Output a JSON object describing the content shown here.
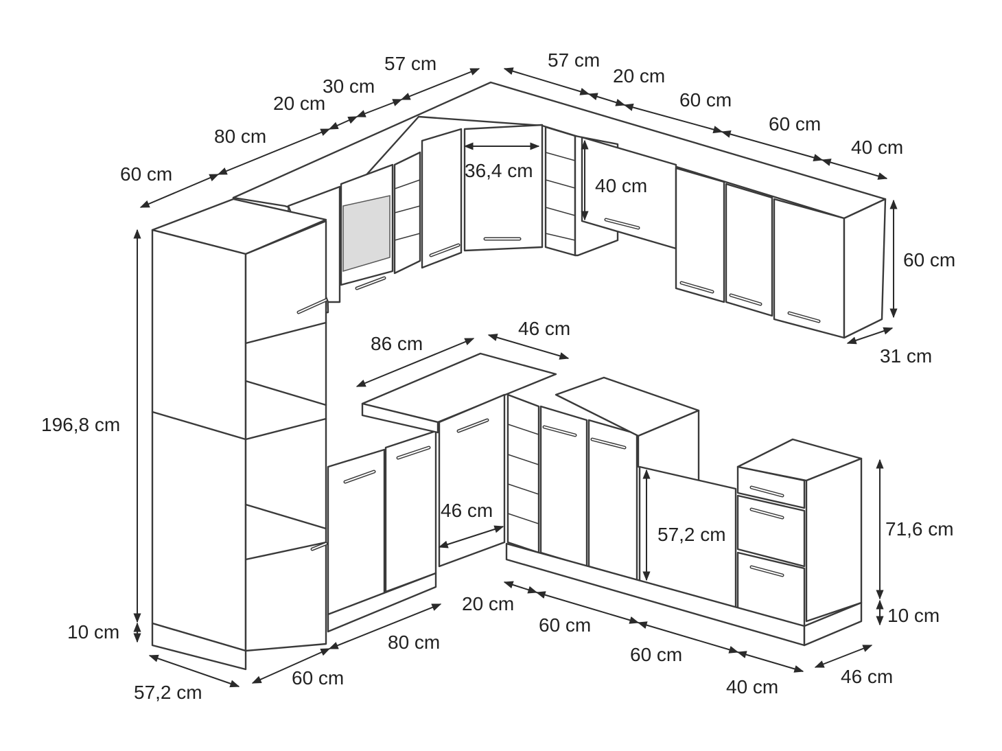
{
  "diagram": {
    "top_row": {
      "widths": [
        "60 cm",
        "80 cm",
        "20 cm",
        "30 cm",
        "57 cm",
        "57 cm",
        "20 cm",
        "60 cm",
        "60 cm",
        "40 cm"
      ],
      "corner_inner": "36,4 cm",
      "shelf_height": "40 cm",
      "wall_height": "60 cm",
      "wall_depth": "31 cm"
    },
    "counter_top": {
      "left_length": "86 cm",
      "right_length": "46 cm"
    },
    "tall_unit": {
      "height": "196,8 cm",
      "plinth": "10 cm",
      "depth": "57,2 cm"
    },
    "bottom_row": {
      "widths": [
        "60 cm",
        "80 cm",
        "20 cm",
        "60 cm",
        "60 cm",
        "40 cm"
      ],
      "corner_inner": "46 cm",
      "sink_height": "57,2 cm",
      "base_height": "71,6 cm",
      "base_plinth": "10 cm",
      "base_depth": "46 cm"
    }
  }
}
